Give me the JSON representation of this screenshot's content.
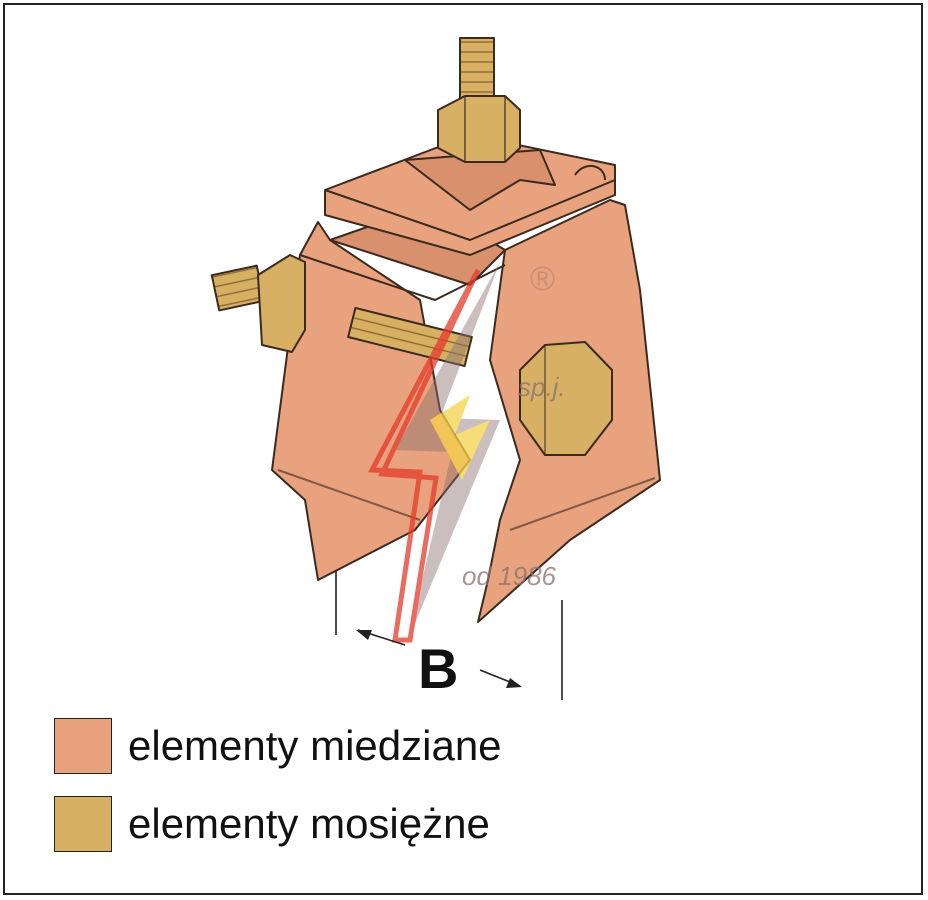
{
  "diagram": {
    "dimension_label": "B",
    "watermark": {
      "registered_mark": "®",
      "company_suffix": "sp.j.",
      "since": "od 1986"
    }
  },
  "legend": {
    "items": [
      {
        "label": "elementy miedziane",
        "color": "#e8a27e"
      },
      {
        "label": "elementy mosiężne",
        "color": "#d8b064"
      }
    ]
  },
  "colors": {
    "copper": "#e8a27e",
    "brass": "#d8b064",
    "outline": "#3a2a20",
    "logo_red": "#e53a2a",
    "logo_yellow": "#f5d24a"
  }
}
